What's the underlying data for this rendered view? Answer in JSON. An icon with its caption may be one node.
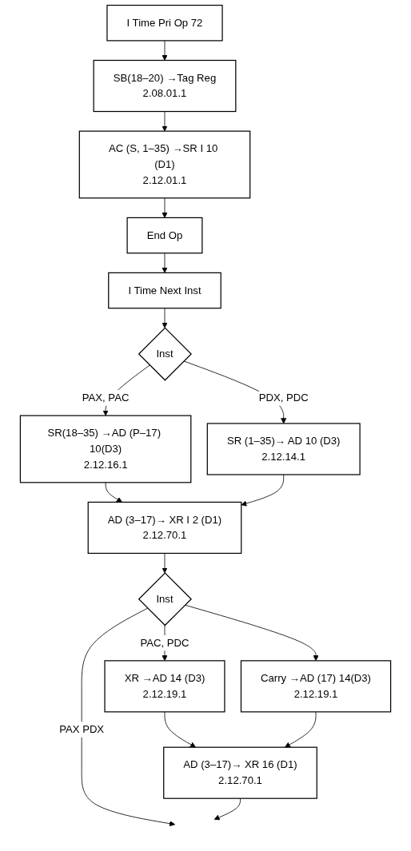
{
  "diagram": {
    "nodes": [
      {
        "text": [
          "I Time Pri Op 72"
        ]
      },
      {
        "text": [
          "SB(18–20) →Tag Reg",
          "2.08.01.1"
        ]
      },
      {
        "text": [
          "AC (S, 1–35) →SR I 10 (D1)",
          "2.12.01.1"
        ]
      },
      {
        "text": [
          "End Op"
        ]
      },
      {
        "text": [
          "I Time Next Inst"
        ]
      },
      {
        "text": [
          "Inst"
        ]
      },
      {
        "text": [
          "SR(18–35) →AD (P–17) 10(D3)",
          "2.12.16.1"
        ]
      },
      {
        "text": [
          "SR (1–35)→ AD 10 (D3)",
          "2.12.14.1"
        ]
      },
      {
        "text": [
          "AD (3–17)→ XR I 2 (D1)",
          "2.12.70.1"
        ]
      },
      {
        "text": [
          "Inst"
        ]
      },
      {
        "text": [
          "XR →AD 14 (D3)",
          "2.12.19.1"
        ]
      },
      {
        "text": [
          "Carry →AD (17) 14(D3)",
          "2.12.19.1"
        ]
      },
      {
        "text": [
          "AD (3–17)→ XR 16 (D1)",
          "2.12.70.1"
        ]
      }
    ],
    "edges": [
      {
        "from": 0,
        "to": 1,
        "arrow": "to"
      },
      {
        "from": 1,
        "to": 2,
        "arrow": "to"
      },
      {
        "from": 2,
        "to": 3,
        "arrow": "to"
      },
      {
        "from": 3,
        "to": 4,
        "arrow": "to"
      },
      {
        "from": 4,
        "to": 5,
        "arrow": "to"
      },
      {
        "from": 5,
        "to": 6,
        "label": "PAX, PAC",
        "arrow": "to"
      },
      {
        "from": 5,
        "to": 7,
        "label": "PDX, PDC",
        "arrow": "to"
      },
      {
        "from": 6,
        "to": 8,
        "arrow": "to"
      },
      {
        "from": 7,
        "to": 8,
        "arrow": "to"
      },
      {
        "from": 8,
        "to": 9,
        "arrow": "to"
      },
      {
        "from": 9,
        "to": 10,
        "label": "PAC, PDC",
        "arrow": "to"
      },
      {
        "from": 9,
        "to": 11,
        "arrow": "to"
      },
      {
        "from": 10,
        "to": 12,
        "arrow": "to"
      },
      {
        "from": 11,
        "to": 12,
        "arrow": "to"
      },
      {
        "from": 9,
        "to": null,
        "label": "PAX PDX",
        "arrow": "to"
      },
      {
        "from": 12,
        "to": null,
        "arrow": "to"
      }
    ]
  }
}
